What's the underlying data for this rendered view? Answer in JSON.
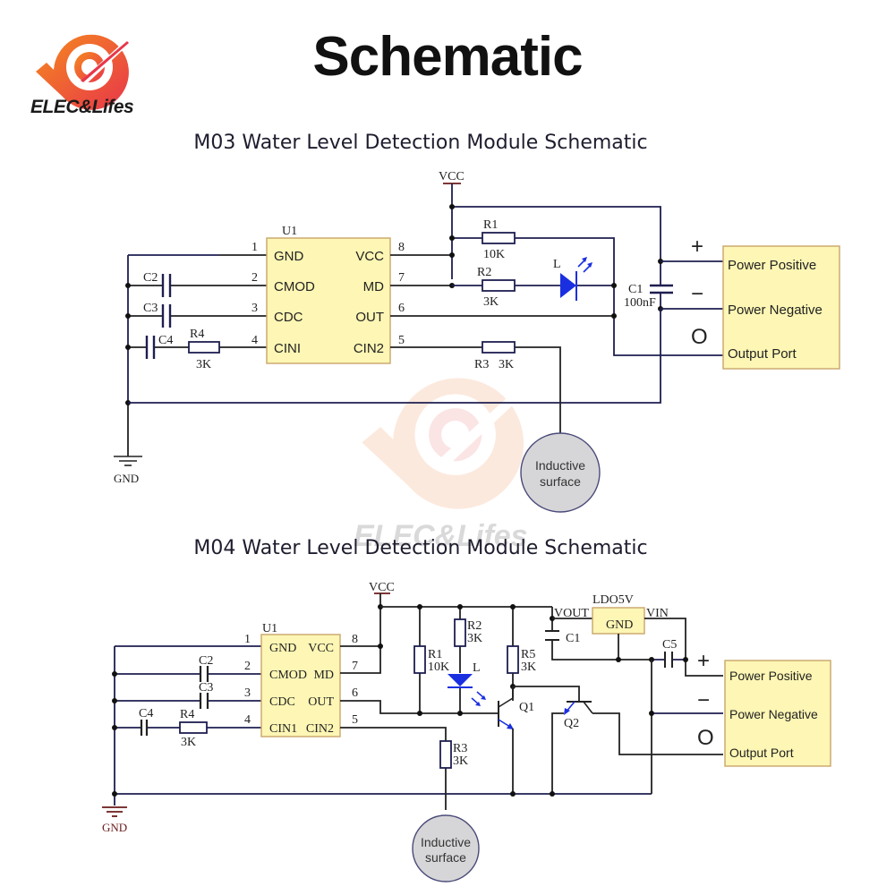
{
  "header": {
    "brand": "ELEC&Lifes",
    "title": "Schematic",
    "watermark": "ELEC&Lifes"
  },
  "m03": {
    "title": "M03 Water Level Detection Module Schematic",
    "vcc": "VCC",
    "gnd": "GND",
    "ic": {
      "ref": "U1",
      "left_pins": [
        {
          "num": "1",
          "name": "GND"
        },
        {
          "num": "2",
          "name": "CMOD"
        },
        {
          "num": "3",
          "name": "CDC"
        },
        {
          "num": "4",
          "name": "CINI"
        }
      ],
      "right_pins": [
        {
          "num": "8",
          "name": "VCC"
        },
        {
          "num": "7",
          "name": "MD"
        },
        {
          "num": "6",
          "name": "OUT"
        },
        {
          "num": "5",
          "name": "CIN2"
        }
      ]
    },
    "components": {
      "c2": "C2",
      "c3": "C3",
      "c4": "C4",
      "r4": "R4",
      "r4_val": "3K",
      "r1": "R1",
      "r1_val": "10K",
      "r2": "R2",
      "r2_val": "3K",
      "r3": "R3",
      "r3_val": "3K",
      "led": "L",
      "c1": "C1",
      "c1_val": "100nF"
    },
    "connector": {
      "plus": "+",
      "minus": "−",
      "out": "O",
      "pins": [
        "Power Positive",
        "Power Negative",
        "Output Port"
      ]
    },
    "sensor": [
      "Inductive",
      "surface"
    ]
  },
  "m04": {
    "title": "M04 Water Level Detection Module Schematic",
    "vcc": "VCC",
    "gnd": "GND",
    "ic": {
      "ref": "U1",
      "left_pins": [
        {
          "num": "1",
          "name": "GND"
        },
        {
          "num": "2",
          "name": "CMOD"
        },
        {
          "num": "3",
          "name": "CDC"
        },
        {
          "num": "4",
          "name": "CIN1"
        }
      ],
      "right_pins": [
        {
          "num": "8",
          "name": "VCC"
        },
        {
          "num": "7",
          "name": "MD"
        },
        {
          "num": "6",
          "name": "OUT"
        },
        {
          "num": "5",
          "name": "CIN2"
        }
      ]
    },
    "components": {
      "c2": "C2",
      "c3": "C3",
      "c4": "C4",
      "r4": "R4",
      "r4_val": "3K",
      "r1": "R1",
      "r1_val": "10K",
      "r2": "R2",
      "r2_val": "3K",
      "r3": "R3",
      "r3_val": "3K",
      "r5": "R5",
      "r5_val": "3K",
      "led": "L",
      "q1": "Q1",
      "q2": "Q2",
      "c1": "C1",
      "c5": "C5",
      "ldo": "LDO5V",
      "ldo_gnd": "GND",
      "vout": "VOUT",
      "vin": "VIN"
    },
    "connector": {
      "plus": "+",
      "minus": "−",
      "out": "O",
      "pins": [
        "Power Positive",
        "Power Negative",
        "Output Port"
      ]
    },
    "sensor": [
      "Inductive",
      "surface"
    ]
  },
  "colors": {
    "brand_orange": "#f26a1b",
    "brand_red": "#e8364a",
    "ic_fill": "#fdf6b4",
    "wire_navy": "#1e1e50",
    "led_blue": "#1a2fe0",
    "sensor_gray": "#d6d6d8"
  }
}
